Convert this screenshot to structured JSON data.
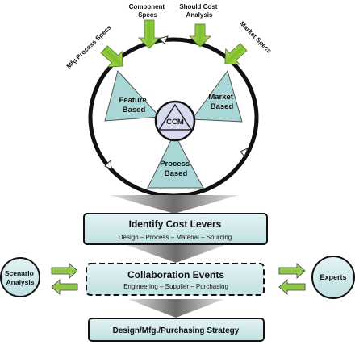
{
  "inputs": {
    "component_specs": [
      "Component",
      "Specs"
    ],
    "should_cost_analysis": [
      "Should Cost",
      "Analysis"
    ],
    "mfg_process_specs": "Mfg Process Specs",
    "market_specs": "Market Specs"
  },
  "wheel": {
    "feature_based": [
      "Feature",
      "Based"
    ],
    "market_based": [
      "Market",
      "Based"
    ],
    "process_based": [
      "Process",
      "Based"
    ],
    "center": "CCM"
  },
  "identify": {
    "title": "Identify Cost Levers",
    "subtitle": "Design – Process – Material –  Sourcing"
  },
  "collaboration": {
    "title": "Collaboration Events",
    "subtitle": "Engineering – Supplier – Purchasing"
  },
  "scenario": [
    "Scenario",
    "Analysis"
  ],
  "experts": "Experts",
  "strategy": "Design/Mfg./Purchasing Strategy",
  "colors": {
    "box_fill": "#cfe8ea",
    "wedge_fill": "#a9d6d7",
    "arrow_green": "#8dc63f",
    "outline": "#1a1a1a"
  }
}
